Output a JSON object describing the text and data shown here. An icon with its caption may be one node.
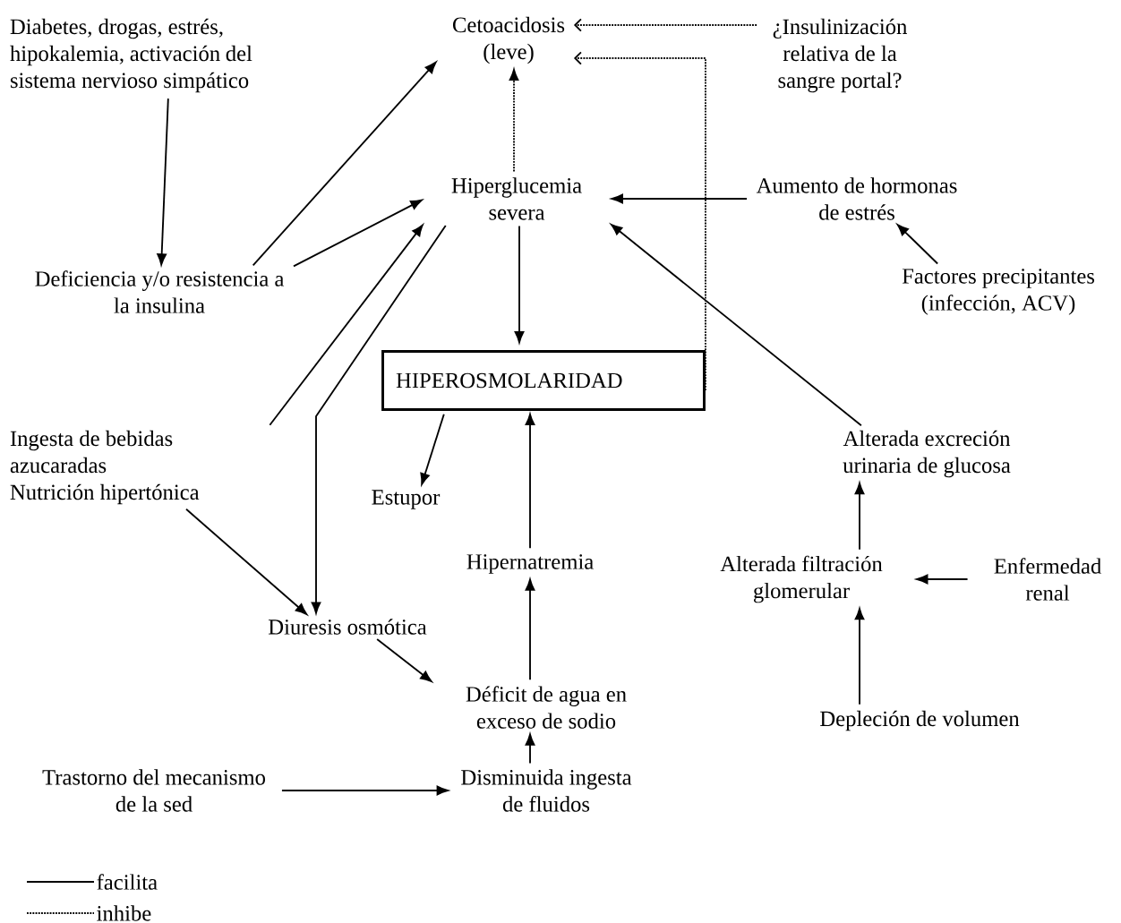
{
  "diagram": {
    "nodes": [
      {
        "text": [
          "Diabetes, drogas, estrés, hipokalemia, activación del sistema nervioso simpático"
        ]
      },
      {
        "text": [
          "Cetoacidosis (leve)"
        ]
      },
      {
        "text": [
          "¿Insulinización relativa de la sangre portal?"
        ]
      },
      {
        "text": [
          "Hiperglucemia severa"
        ]
      },
      {
        "text": [
          "Aumento de hormonas de estrés"
        ]
      },
      {
        "text": [
          "Deficiencia y/o resistencia a la insulina"
        ]
      },
      {
        "text": [
          "Factores precipitantes (infección, ACV)"
        ]
      },
      {
        "text": [
          "HIPEROSMOLARIDAD"
        ]
      },
      {
        "text": [
          "Ingesta de bebidas azucaradas",
          "Nutrición hipertónica"
        ]
      },
      {
        "text": [
          "Estupor"
        ]
      },
      {
        "text": [
          "Alterada excreción urinaria de glucosa"
        ]
      },
      {
        "text": [
          "Hipernatremia"
        ]
      },
      {
        "text": [
          "Alterada filtración glomerular"
        ]
      },
      {
        "text": [
          "Enfermedad renal"
        ]
      },
      {
        "text": [
          "Diuresis osmótica"
        ]
      },
      {
        "text": [
          "Déficit de agua en exceso de sodio"
        ]
      },
      {
        "text": [
          "Depleción de volumen"
        ]
      },
      {
        "text": [
          "Trastorno del mecanismo de la sed"
        ]
      },
      {
        "text": [
          "Disminuida ingesta de fluidos"
        ]
      }
    ],
    "edges": [
      {
        "from": 0,
        "to": 5,
        "arrow": "to"
      },
      {
        "from": 5,
        "to": 1,
        "arrow": "to"
      },
      {
        "from": 5,
        "to": 3,
        "arrow": "to"
      },
      {
        "from": 8,
        "to": 3,
        "arrow": "to"
      },
      {
        "from": 3,
        "to": 14,
        "arrow": "to"
      },
      {
        "from": 3,
        "to": 1,
        "arrow": "to",
        "style": "dashed"
      },
      {
        "from": 3,
        "to": 7,
        "arrow": "to"
      },
      {
        "from": 4,
        "to": 3,
        "arrow": "to"
      },
      {
        "from": 6,
        "to": 4,
        "arrow": "to"
      },
      {
        "from": 7,
        "to": 9,
        "arrow": "to"
      },
      {
        "from": 11,
        "to": 7,
        "arrow": "to"
      },
      {
        "from": 10,
        "to": 3,
        "arrow": "to"
      },
      {
        "from": 12,
        "to": 10,
        "arrow": "to"
      },
      {
        "from": 13,
        "to": 12,
        "arrow": "to"
      },
      {
        "from": 16,
        "to": 12,
        "arrow": "to"
      },
      {
        "from": 8,
        "to": 14,
        "arrow": "to"
      },
      {
        "from": 14,
        "to": 15,
        "arrow": "to"
      },
      {
        "from": 15,
        "to": 11,
        "arrow": "to"
      },
      {
        "from": 18,
        "to": 15,
        "arrow": "to"
      },
      {
        "from": 17,
        "to": 18,
        "arrow": "to"
      },
      {
        "from": 2,
        "to": 1,
        "arrow": "to",
        "style": "dashed"
      },
      {
        "from": 7,
        "to": 1,
        "arrow": "to",
        "style": "dashed"
      }
    ],
    "legend": [
      {
        "text": "facilita"
      },
      {
        "text": "inhibe"
      }
    ]
  }
}
